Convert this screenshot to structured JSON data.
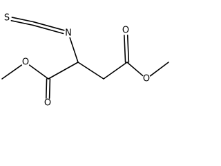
{
  "molecule": {
    "atoms": [
      {
        "id": "s1",
        "element": "S",
        "label": "S"
      },
      {
        "id": "c_ncs",
        "element": "C",
        "label": ""
      },
      {
        "id": "n1",
        "element": "N",
        "label": "N"
      },
      {
        "id": "c_alpha",
        "element": "C",
        "label": ""
      },
      {
        "id": "c_ester1",
        "element": "C",
        "label": ""
      },
      {
        "id": "o_carbonyl1",
        "element": "O",
        "label": "O"
      },
      {
        "id": "o_ether1",
        "element": "O",
        "label": "O"
      },
      {
        "id": "c_methyl1",
        "element": "C",
        "label": ""
      },
      {
        "id": "c_ch2",
        "element": "C",
        "label": ""
      },
      {
        "id": "c_ester2",
        "element": "C",
        "label": ""
      },
      {
        "id": "o_carbonyl2",
        "element": "O",
        "label": "O"
      },
      {
        "id": "o_ether2",
        "element": "O",
        "label": "O"
      },
      {
        "id": "c_methyl2",
        "element": "C",
        "label": ""
      }
    ],
    "bonds": [
      {
        "from": "s1",
        "to": "c_ncs",
        "order": 2
      },
      {
        "from": "c_ncs",
        "to": "n1",
        "order": 2
      },
      {
        "from": "n1",
        "to": "c_alpha",
        "order": 1
      },
      {
        "from": "c_alpha",
        "to": "c_ester1",
        "order": 1
      },
      {
        "from": "c_ester1",
        "to": "o_carbonyl1",
        "order": 2
      },
      {
        "from": "c_ester1",
        "to": "o_ether1",
        "order": 1
      },
      {
        "from": "o_ether1",
        "to": "c_methyl1",
        "order": 1
      },
      {
        "from": "c_alpha",
        "to": "c_ch2",
        "order": 1
      },
      {
        "from": "c_ch2",
        "to": "c_ester2",
        "order": 1
      },
      {
        "from": "c_ester2",
        "to": "o_carbonyl2",
        "order": 2
      },
      {
        "from": "c_ester2",
        "to": "o_ether2",
        "order": 1
      },
      {
        "from": "o_ether2",
        "to": "c_methyl2",
        "order": 1
      }
    ]
  }
}
